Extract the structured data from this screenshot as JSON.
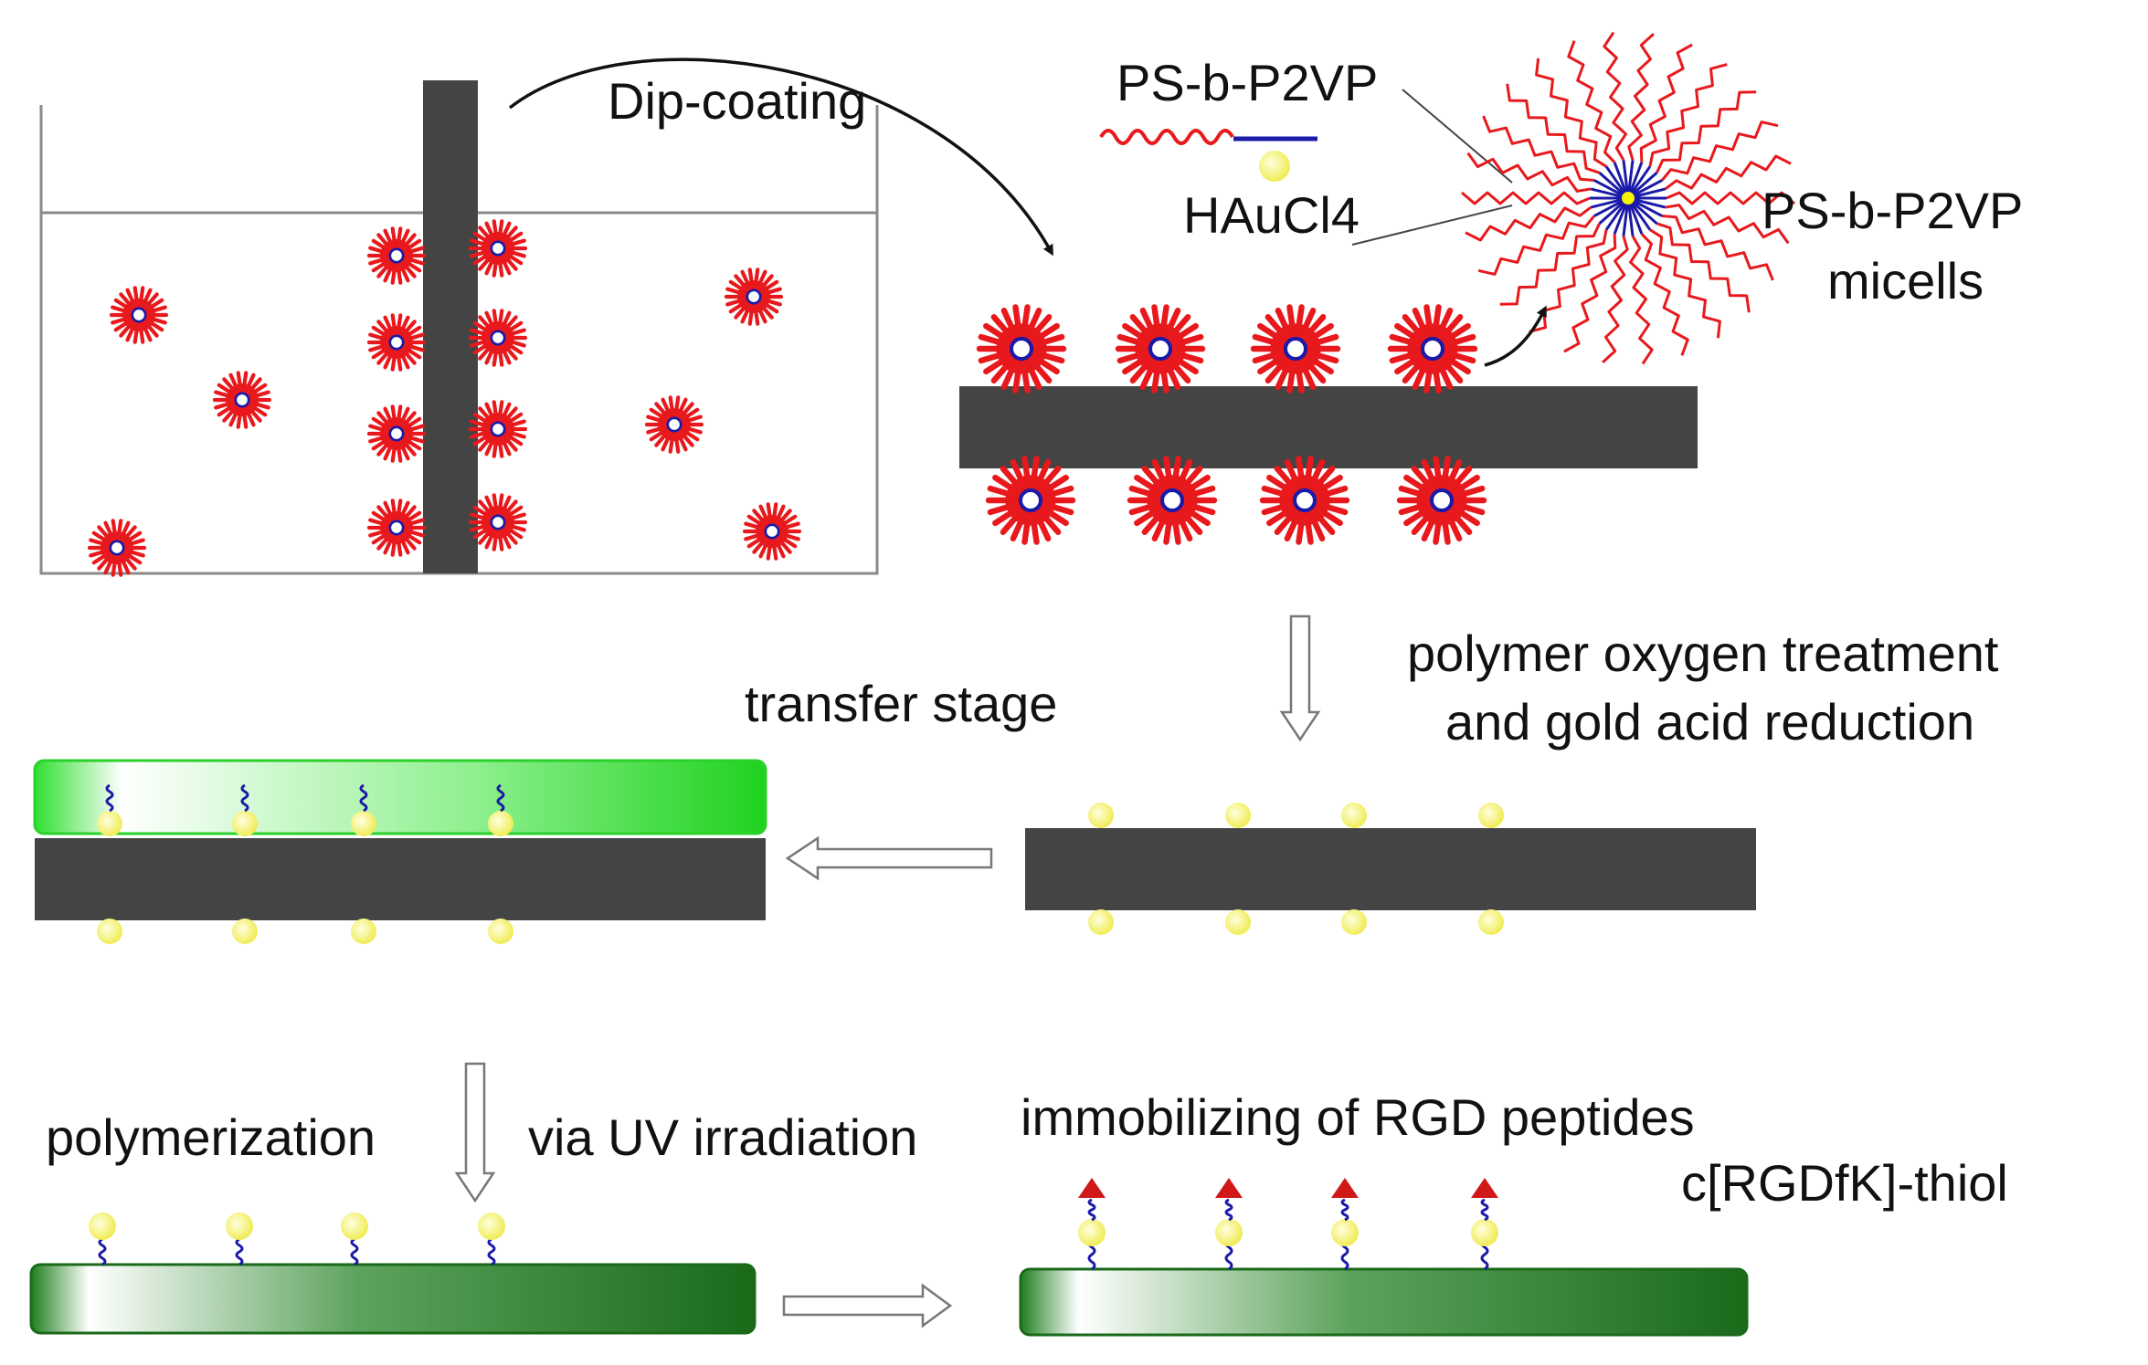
{
  "labels": {
    "dip_coating": "Dip-coating",
    "polymer": "PS-b-P2VP",
    "haucl4": "HAuCl4",
    "micelle_line1": "PS-b-P2VP",
    "micelle_line2": "micells",
    "oxygen_line1": "polymer oxygen treatment",
    "oxygen_line2": "and gold acid reduction",
    "transfer": "transfer stage",
    "polymerization": "polymerization",
    "uv": "via UV irradiation",
    "immobilizing": "immobilizing of RGD peptides",
    "peptide": "c[RGDfK]-thiol"
  },
  "colors": {
    "substrate": "#444444",
    "micelle_shell": "#e8191c",
    "micelle_core": "#1a1aa8",
    "gold": "#f2f06a",
    "linker": "#1a1aa8",
    "peptide": "#d01818",
    "gel_light": "#2ee62e",
    "gel_dark": "#1f7a1f"
  },
  "icons": {
    "micelle": "micelle-icon",
    "gold": "gold-nanoparticle-icon",
    "peptide": "rgd-peptide-icon"
  }
}
